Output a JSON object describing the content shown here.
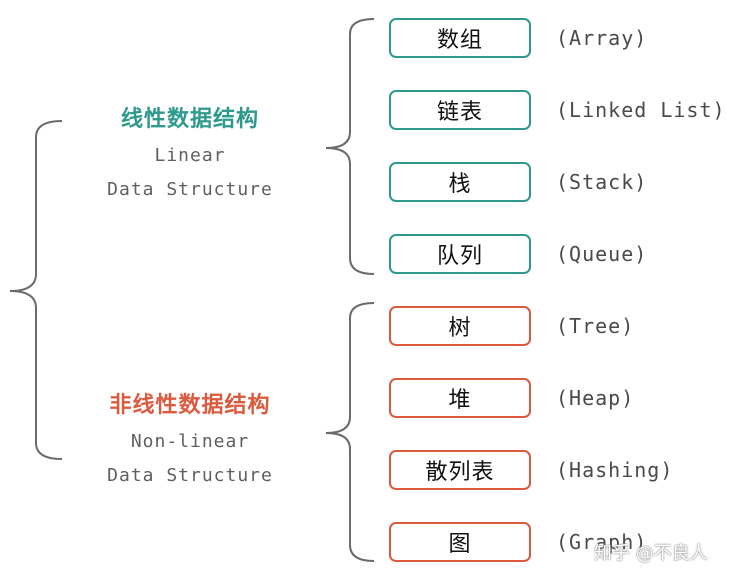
{
  "colors": {
    "linear": "#2e9a8e",
    "nonlinear": "#db5b3f",
    "brace": "#6b6b6b"
  },
  "linear": {
    "title": "线性数据结构",
    "subtitle_line1": "Linear",
    "subtitle_line2": "Data Structure",
    "items": [
      {
        "zh": "数组",
        "en": "(Array)"
      },
      {
        "zh": "链表",
        "en": "(Linked List)"
      },
      {
        "zh": "栈",
        "en": "(Stack)"
      },
      {
        "zh": "队列",
        "en": "(Queue)"
      }
    ]
  },
  "nonlinear": {
    "title": "非线性数据结构",
    "subtitle_line1": "Non-linear",
    "subtitle_line2": "Data Structure",
    "items": [
      {
        "zh": "树",
        "en": "(Tree)"
      },
      {
        "zh": "堆",
        "en": "(Heap)"
      },
      {
        "zh": "散列表",
        "en": "(Hashing)"
      },
      {
        "zh": "图",
        "en": "(Graph)"
      }
    ]
  },
  "watermark": "知乎 @不良人"
}
